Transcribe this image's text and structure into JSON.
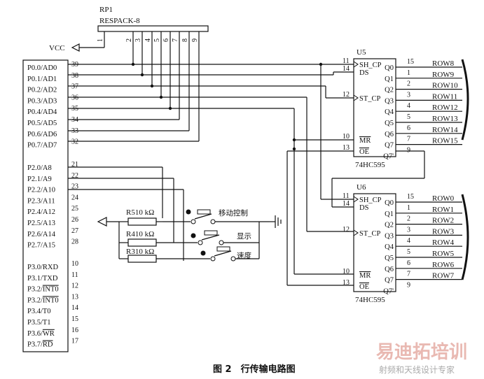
{
  "mcu": {
    "pins_p0": [
      {
        "label": "P0.0/AD0",
        "num": "39"
      },
      {
        "label": "P0.1/AD1",
        "num": "38"
      },
      {
        "label": "P0.2/AD2",
        "num": "37"
      },
      {
        "label": "P0.3/AD3",
        "num": "36"
      },
      {
        "label": "P0.4/AD4",
        "num": "35"
      },
      {
        "label": "P0.5/AD5",
        "num": "34"
      },
      {
        "label": "P0.6/AD6",
        "num": "33"
      },
      {
        "label": "P0.7/AD7",
        "num": "32"
      }
    ],
    "pins_p2": [
      {
        "label": "P2.0/A8",
        "num": "21"
      },
      {
        "label": "P2.1/A9",
        "num": "22"
      },
      {
        "label": "P2.2/A10",
        "num": "23"
      },
      {
        "label": "P2.3/A11",
        "num": "24"
      },
      {
        "label": "P2.4/A12",
        "num": "25"
      },
      {
        "label": "P2.5/A13",
        "num": "26"
      },
      {
        "label": "P2.6/A14",
        "num": "27"
      },
      {
        "label": "P2.7/A15",
        "num": "28"
      }
    ],
    "pins_p3": [
      {
        "label": "P3.0/RXD",
        "num": "10"
      },
      {
        "label": "P3.1/TXD",
        "num": "11"
      },
      {
        "label": "P3.2/INT0",
        "num": "12"
      },
      {
        "label": "P3.2/INT0",
        "num": "13"
      },
      {
        "label": "P3.4/T0",
        "num": "14"
      },
      {
        "label": "P3.5/T1",
        "num": "15"
      },
      {
        "label": "P3.6/WR",
        "num": "16"
      },
      {
        "label": "P3.7/RD",
        "num": "17"
      }
    ]
  },
  "resistor_pack": {
    "ref": "RP1",
    "part": "RESPACK-8",
    "pins": [
      "1",
      "2",
      "3",
      "4",
      "5",
      "6",
      "7",
      "8",
      "9"
    ]
  },
  "vcc": "VCC",
  "u5": {
    "ref": "U5",
    "part": "74HC595",
    "left_pins": [
      {
        "label": "SH_CP",
        "num": "11"
      },
      {
        "label": "DS",
        "num": "14"
      },
      {
        "label": "ST_CP",
        "num": "12"
      },
      {
        "label": "MR",
        "num": "10"
      },
      {
        "label": "OE",
        "num": "13"
      }
    ],
    "right_pins": [
      {
        "label": "Q0",
        "num": "15"
      },
      {
        "label": "Q1",
        "num": "1"
      },
      {
        "label": "Q2",
        "num": "2"
      },
      {
        "label": "Q3",
        "num": "3"
      },
      {
        "label": "Q4",
        "num": "4"
      },
      {
        "label": "Q5",
        "num": "5"
      },
      {
        "label": "Q6",
        "num": "6"
      },
      {
        "label": "Q7",
        "num": "7"
      },
      {
        "label": "Q7'",
        "num": "9"
      }
    ],
    "rows": [
      "ROW8",
      "ROW9",
      "ROW10",
      "ROW11",
      "ROW12",
      "ROW13",
      "ROW14",
      "ROW15"
    ]
  },
  "u6": {
    "ref": "U6",
    "part": "74HC595",
    "left_pins": [
      {
        "label": "SH_CP",
        "num": "11"
      },
      {
        "label": "DS",
        "num": "14"
      },
      {
        "label": "ST_CP",
        "num": "12"
      },
      {
        "label": "MR",
        "num": "10"
      },
      {
        "label": "OE",
        "num": "13"
      }
    ],
    "right_pins": [
      {
        "label": "Q0",
        "num": "15"
      },
      {
        "label": "Q1",
        "num": "1"
      },
      {
        "label": "Q2",
        "num": "2"
      },
      {
        "label": "Q3",
        "num": "3"
      },
      {
        "label": "Q4",
        "num": "4"
      },
      {
        "label": "Q5",
        "num": "5"
      },
      {
        "label": "Q6",
        "num": "6"
      },
      {
        "label": "Q7",
        "num": "7"
      },
      {
        "label": "Q7'",
        "num": "9"
      }
    ],
    "rows": [
      "ROW0",
      "ROW1",
      "ROW2",
      "ROW3",
      "ROW4",
      "ROW5",
      "ROW6",
      "ROW7"
    ]
  },
  "resistors": [
    {
      "ref": "R5",
      "value": "10 kΩ"
    },
    {
      "ref": "R4",
      "value": "10 kΩ"
    },
    {
      "ref": "R3",
      "value": "10 kΩ"
    }
  ],
  "switches": [
    {
      "label": "移动控制"
    },
    {
      "label": "显示"
    },
    {
      "label": "速度"
    }
  ],
  "caption": "图 2　行传输电路图",
  "watermark": {
    "main": "易迪拓培训",
    "sub": "射频和天线设计专家"
  }
}
